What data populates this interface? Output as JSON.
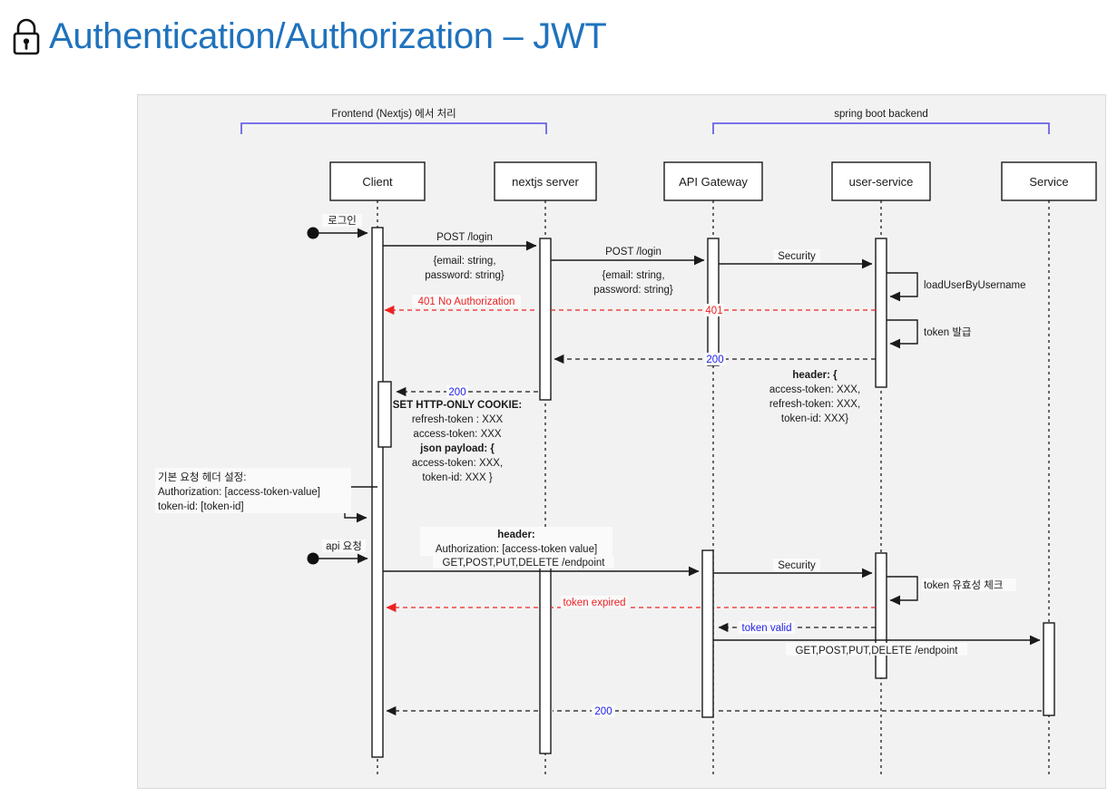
{
  "title": {
    "text": "Authentication/Authorization – JWT",
    "icon": "lock-icon",
    "color": "#1f72bd"
  },
  "diagram": {
    "type": "sequence-diagram",
    "groups": [
      {
        "label": "Frontend (Nextjs) 에서 처리",
        "from": "Client",
        "to": "nextjs server"
      },
      {
        "label": "spring boot backend",
        "from": "API Gateway",
        "to": "Service"
      }
    ],
    "participants": [
      {
        "id": "client",
        "label": "Client"
      },
      {
        "id": "nextjs",
        "label": "nextjs server"
      },
      {
        "id": "gateway",
        "label": "API Gateway"
      },
      {
        "id": "usersvc",
        "label": "user-service"
      },
      {
        "id": "service",
        "label": "Service"
      }
    ],
    "messages": [
      {
        "id": "m01",
        "label": "로그인",
        "from": "actor",
        "to": "client",
        "kind": "solid"
      },
      {
        "id": "m02",
        "label": "POST /login",
        "from": "client",
        "to": "nextjs",
        "kind": "solid"
      },
      {
        "id": "m03",
        "label": "{email: string,",
        "kind": "note"
      },
      {
        "id": "m04",
        "label": "password: string}",
        "kind": "note"
      },
      {
        "id": "m05",
        "label": "POST /login",
        "from": "nextjs",
        "to": "gateway",
        "kind": "solid"
      },
      {
        "id": "m06",
        "label": "{email: string,",
        "kind": "note"
      },
      {
        "id": "m07",
        "label": "password: string}",
        "kind": "note"
      },
      {
        "id": "m08",
        "label": "Security",
        "from": "gateway",
        "to": "usersvc",
        "kind": "solid"
      },
      {
        "id": "m09",
        "label": "loadUserByUsername",
        "from": "usersvc",
        "to": "usersvc",
        "kind": "self"
      },
      {
        "id": "m10",
        "label": "401 No Authorization",
        "from": "nextjs",
        "to": "client",
        "kind": "dashed-red"
      },
      {
        "id": "m11",
        "label": "401",
        "from": "usersvc",
        "to": "gateway",
        "kind": "dashed-red"
      },
      {
        "id": "m12",
        "label": "token 발급",
        "from": "usersvc",
        "to": "usersvc",
        "kind": "self"
      },
      {
        "id": "m13",
        "label": "200",
        "from": "usersvc",
        "to": "nextjs",
        "kind": "dashed-blue"
      },
      {
        "id": "m14",
        "label": "header: {",
        "kind": "note-bold-head"
      },
      {
        "id": "m15",
        "label": "access-token: XXX,",
        "kind": "note"
      },
      {
        "id": "m16",
        "label": "refresh-token: XXX,",
        "kind": "note"
      },
      {
        "id": "m17",
        "label": "token-id: XXX}",
        "kind": "note"
      },
      {
        "id": "m18",
        "label": "200",
        "from": "nextjs",
        "to": "client",
        "kind": "dashed-blue"
      },
      {
        "id": "m19",
        "label": "SET HTTP-ONLY COOKIE:",
        "kind": "note-bold"
      },
      {
        "id": "m20",
        "label": "refresh-token : XXX",
        "kind": "note"
      },
      {
        "id": "m21",
        "label": "access-token: XXX",
        "kind": "note"
      },
      {
        "id": "m22",
        "label": "json payload: {",
        "kind": "note-bold-head"
      },
      {
        "id": "m23",
        "label": "access-token: XXX,",
        "kind": "note"
      },
      {
        "id": "m24",
        "label": "token-id: XXX }",
        "kind": "note"
      },
      {
        "id": "m25",
        "label": "기본 요청 헤더 설정:",
        "kind": "note-left"
      },
      {
        "id": "m26",
        "label": "Authorization:  [access-token-value]",
        "kind": "note-left"
      },
      {
        "id": "m27",
        "label": "token-id: [token-id]",
        "kind": "note-left"
      },
      {
        "id": "m28",
        "label": "api 요청",
        "from": "actor",
        "to": "client",
        "kind": "solid"
      },
      {
        "id": "m29",
        "label": "header:",
        "kind": "note-bold"
      },
      {
        "id": "m30",
        "label": "Authorization: [access-token value]",
        "kind": "note"
      },
      {
        "id": "m31",
        "label": "GET,POST,PUT,DELETE /endpoint",
        "from": "client",
        "to": "gateway",
        "kind": "solid"
      },
      {
        "id": "m32",
        "label": "Security",
        "from": "gateway",
        "to": "usersvc",
        "kind": "solid"
      },
      {
        "id": "m33",
        "label": "token 유효성 체크",
        "from": "usersvc",
        "to": "usersvc",
        "kind": "self"
      },
      {
        "id": "m34",
        "label": "token expired",
        "from": "usersvc",
        "to": "client",
        "kind": "dashed-red"
      },
      {
        "id": "m35",
        "label": "token valid",
        "from": "usersvc",
        "to": "gateway",
        "kind": "dashed-blue"
      },
      {
        "id": "m36",
        "label": "GET,POST,PUT,DELETE /endpoint",
        "from": "gateway",
        "to": "service",
        "kind": "solid"
      },
      {
        "id": "m37",
        "label": "200",
        "from": "service",
        "to": "client",
        "kind": "dashed-blue"
      }
    ],
    "colors": {
      "group_bracket": "#6a63e8",
      "error": "#ee2222",
      "success": "#2222ee",
      "line": "#1a1a1a",
      "canvas": "#f2f2f2"
    }
  }
}
